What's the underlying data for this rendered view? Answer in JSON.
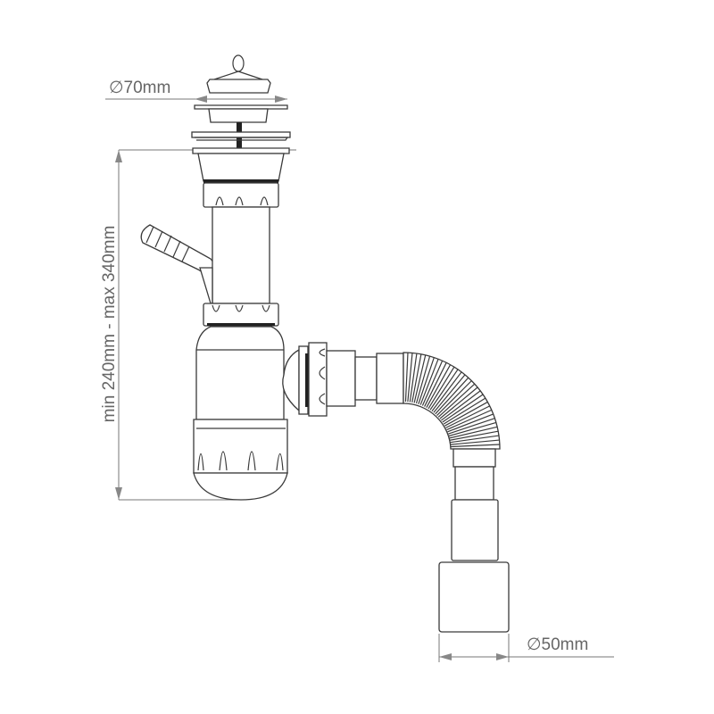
{
  "dimensions": {
    "top_diameter": "∅70mm",
    "height_range": "min 240mm - max 340mm",
    "outlet_diameter": "∅50mm"
  },
  "colors": {
    "line": "#3a3a3a",
    "dimension": "#777777",
    "background": "#ffffff"
  }
}
